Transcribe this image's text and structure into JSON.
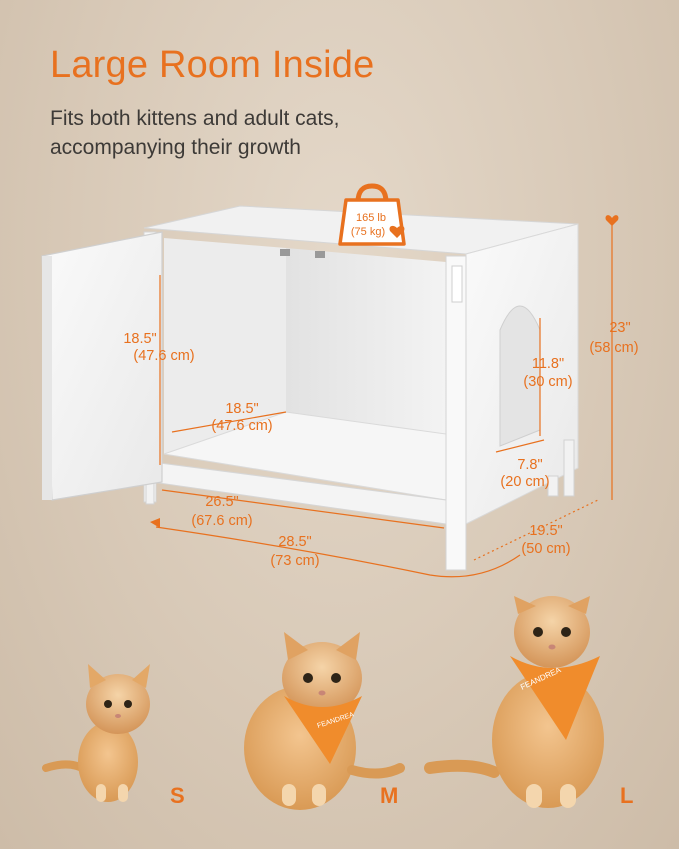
{
  "title": "Large Room Inside",
  "subtitle": "Fits both kittens and adult cats, accompanying their growth",
  "load": {
    "line1": "165 lb",
    "line2": "(75 kg)"
  },
  "dimensions": {
    "door_height": {
      "in": "18.5\"",
      "cm": "(47.6 cm)"
    },
    "inner_depth": {
      "in": "18.5\"",
      "cm": "(47.6 cm)"
    },
    "inner_width": {
      "in": "26.5\"",
      "cm": "(67.6 cm)"
    },
    "outer_width": {
      "in": "28.5\"",
      "cm": "(73 cm)"
    },
    "outer_depth": {
      "in": "19.5\"",
      "cm": "(50 cm)"
    },
    "outer_height": {
      "in": "23\"",
      "cm": "(58 cm)"
    },
    "entry_height": {
      "in": "11.8\"",
      "cm": "(30 cm)"
    },
    "entry_width": {
      "in": "7.8\"",
      "cm": "(20 cm)"
    }
  },
  "bandana_text": "FEANDREA",
  "sizes": [
    "S",
    "M",
    "L"
  ]
}
